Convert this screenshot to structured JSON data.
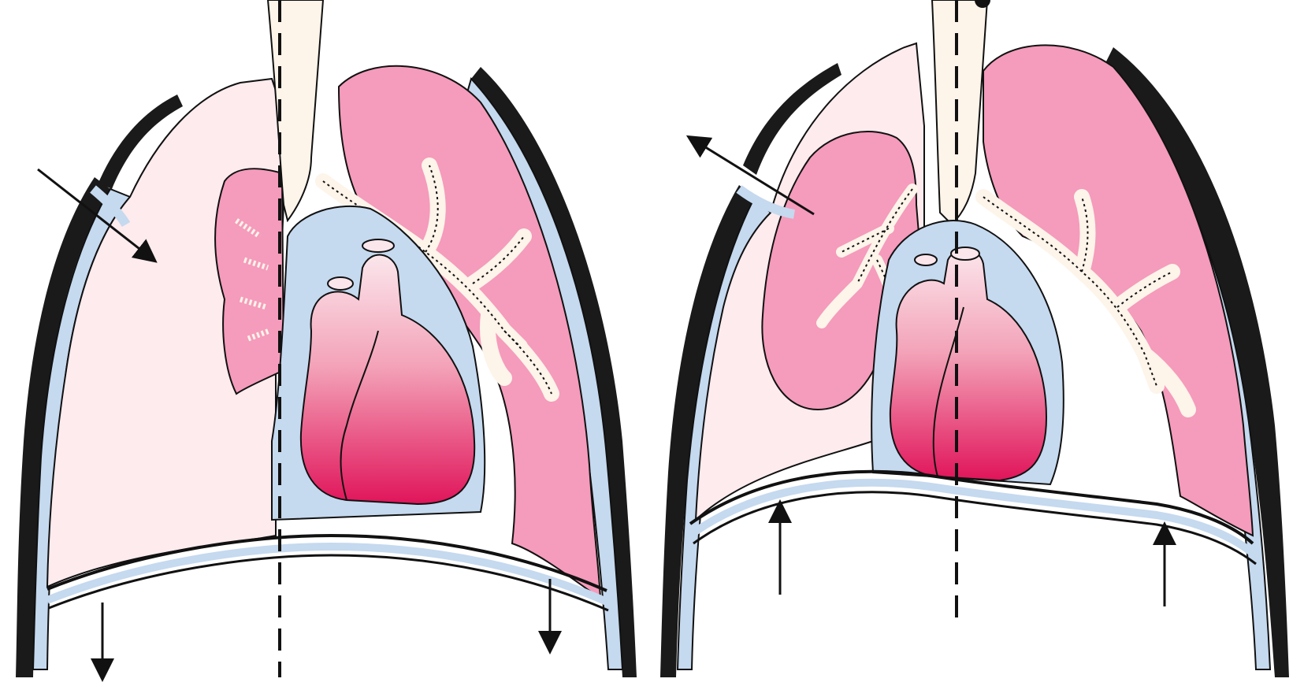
{
  "figure": {
    "panels": [
      {
        "label": "",
        "lung_side_collapsed": "left",
        "mediastinal_shift": "right",
        "diaphragm_arrows": "down"
      },
      {
        "label": "",
        "lung_side_collapsed": "left",
        "mediastinal_shift": "left",
        "diaphragm_arrows": "up"
      }
    ]
  },
  "colors": {
    "collapsed_lung": "#fdebee",
    "healthy_lung": "#f59bbb",
    "pleura": "#c5d9ef",
    "airway": "#fdf4ea",
    "heart_top": "#f8d6df",
    "heart_bottom": "#e0145a",
    "outline": "#111111"
  },
  "icons": {
    "airflow_arrow": "arrow-icon",
    "diaphragm_arrow": "arrow-icon"
  }
}
